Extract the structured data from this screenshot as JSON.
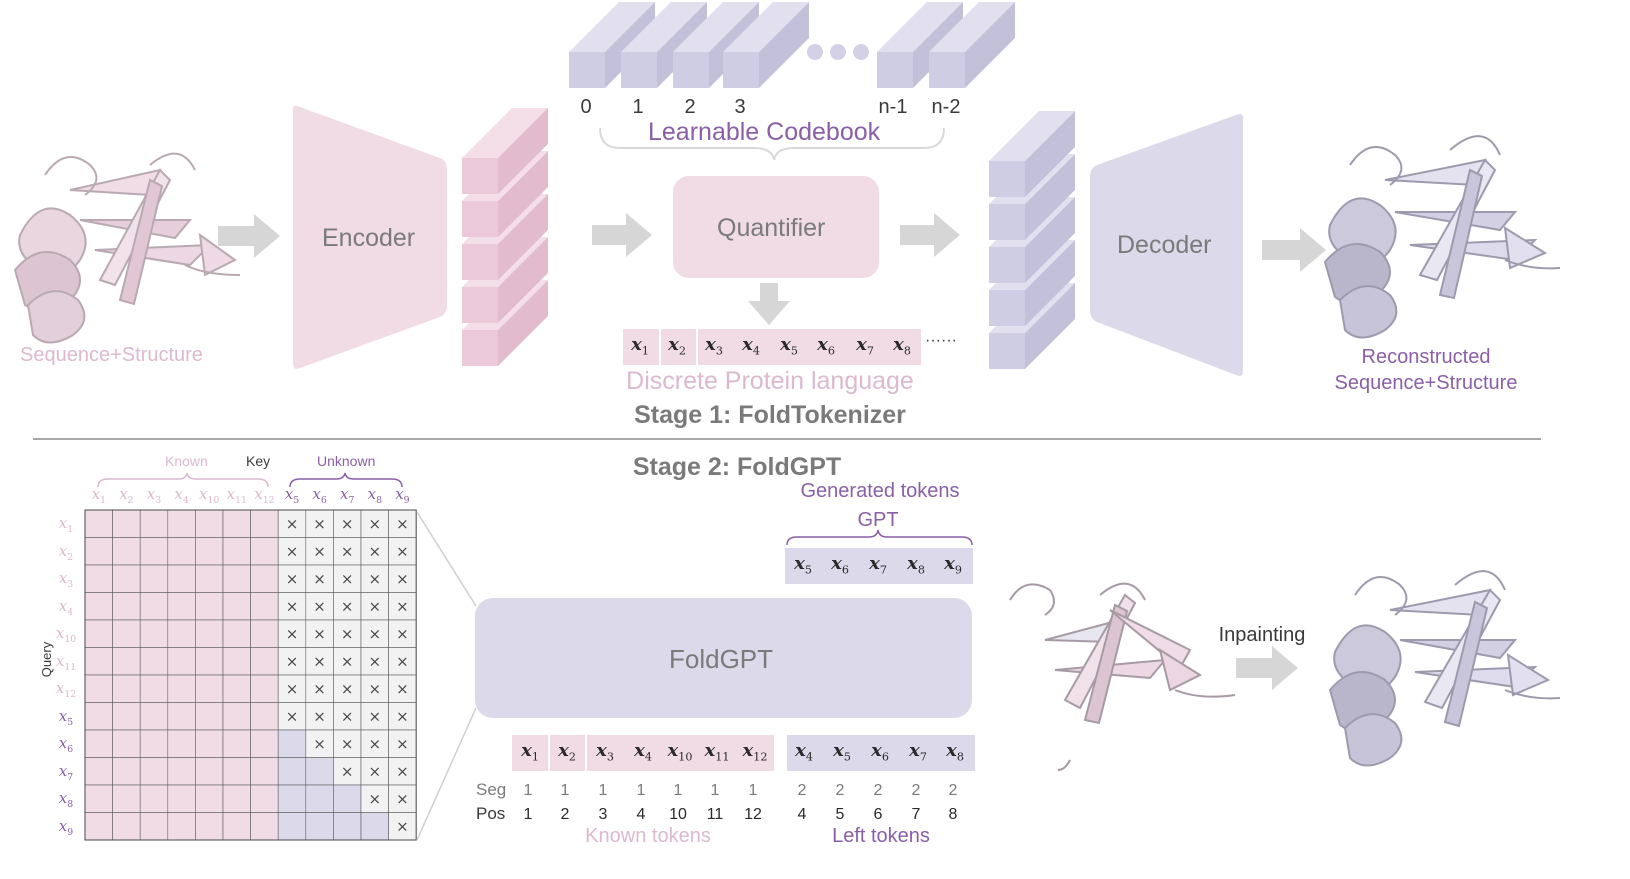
{
  "colors": {
    "pink": "#f1dce6",
    "pink_cube_front": "#ecc9d8",
    "pink_text": "#dcb9cf",
    "lavender": "#dcd9ea",
    "lavender_cube_front": "#cfcde3",
    "purple_text": "#8a5fa8",
    "arrow_gray": "#d6d6d6",
    "grid_masked": "#f2f2f2"
  },
  "stage1": {
    "input_label": "Sequence+Structure",
    "encoder_label": "Encoder",
    "quantifier_label": "Quantifier",
    "decoder_label": "Decoder",
    "codebook_title": "Learnable Codebook",
    "codebook_indices": [
      "0",
      "1",
      "2",
      "3",
      "n-1",
      "n-2"
    ],
    "tokens": [
      "x1",
      "x2",
      "x3",
      "x4",
      "x5",
      "x6",
      "x7",
      "x8"
    ],
    "tokens_ellipsis": "······",
    "language_label": "Discrete Protein language",
    "output_label_line1": "Reconstructed",
    "output_label_line2": "Sequence+Structure",
    "title": "Stage 1: FoldTokenizer"
  },
  "stage2": {
    "title": "Stage 2: FoldGPT",
    "foldgpt_label": "FoldGPT",
    "generated_label": "Generated tokens",
    "gpt_label": "GPT",
    "generated_tokens": [
      "x5",
      "x6",
      "x7",
      "x8",
      "x9"
    ],
    "known_tokens": [
      "x1",
      "x2",
      "x3",
      "x4",
      "x10",
      "x11",
      "x12"
    ],
    "left_tokens": [
      "x4",
      "x5",
      "x6",
      "x7",
      "x8"
    ],
    "seg_label": "Seg",
    "pos_label": "Pos",
    "known_seg": [
      "1",
      "1",
      "1",
      "1",
      "1",
      "1",
      "1"
    ],
    "known_pos": [
      "1",
      "2",
      "3",
      "4",
      "10",
      "11",
      "12"
    ],
    "left_seg": [
      "2",
      "2",
      "2",
      "2",
      "2"
    ],
    "left_pos": [
      "4",
      "5",
      "6",
      "7",
      "8"
    ],
    "known_tokens_label": "Known tokens",
    "left_tokens_label": "Left tokens",
    "inpainting_label": "Inpainting"
  },
  "attention_matrix": {
    "known_label": "Known",
    "key_label": "Key",
    "unknown_label": "Unknown",
    "query_label": "Query",
    "column_tokens": [
      "x1",
      "x2",
      "x3",
      "x4",
      "x10",
      "x11",
      "x12",
      "x5",
      "x6",
      "x7",
      "x8",
      "x9"
    ],
    "row_tokens": [
      "x1",
      "x2",
      "x3",
      "x4",
      "x10",
      "x11",
      "x12",
      "x5",
      "x6",
      "x7",
      "x8",
      "x9"
    ],
    "num_known": 7,
    "mask_symbol": "×"
  }
}
